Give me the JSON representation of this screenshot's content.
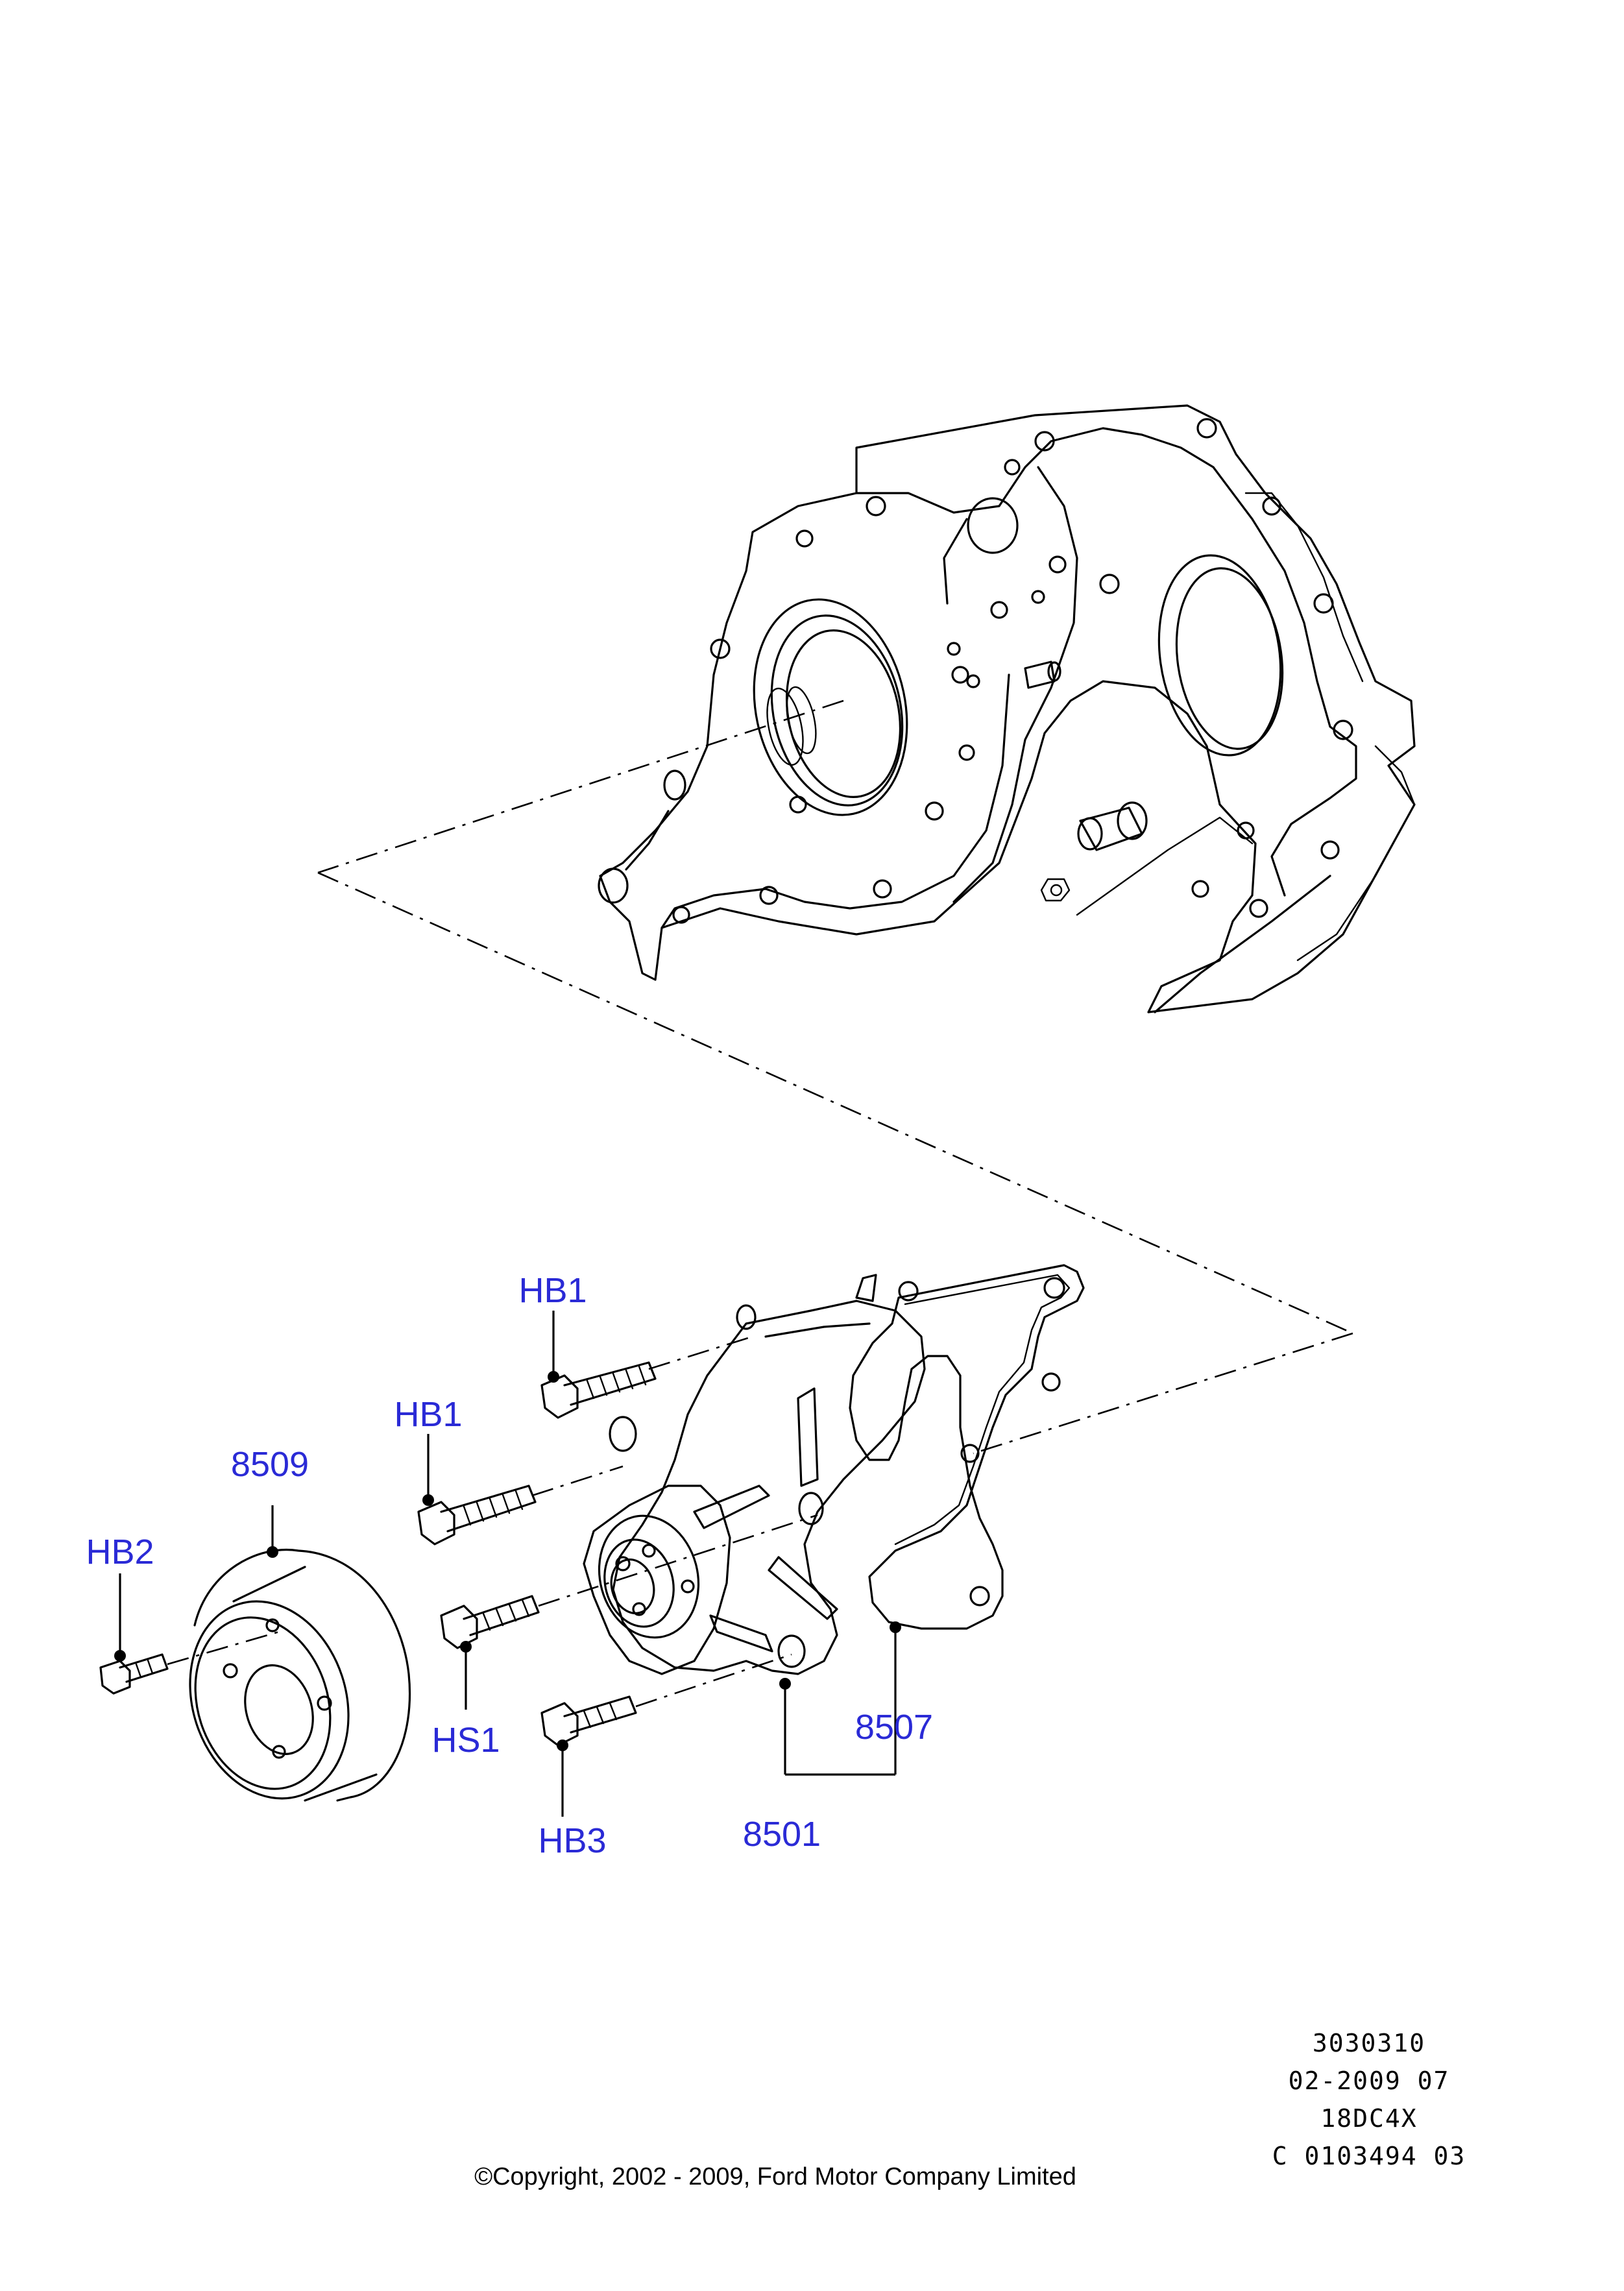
{
  "callouts": {
    "hb1_upper": "HB1",
    "hb1_lower": "HB1",
    "c8509": "8509",
    "hb2": "HB2",
    "hs1": "HS1",
    "hb3": "HB3",
    "c8507": "8507",
    "c8501": "8501"
  },
  "reference": {
    "line1": "3030310",
    "line2": "02-2009 07",
    "line3": "18DC4X",
    "line4": "C 0103494 03"
  },
  "copyright": "©Copyright, 2002 - 2009, Ford Motor Company Limited",
  "colors": {
    "callout_text": "#2a2ad6",
    "linework": "#000000"
  }
}
